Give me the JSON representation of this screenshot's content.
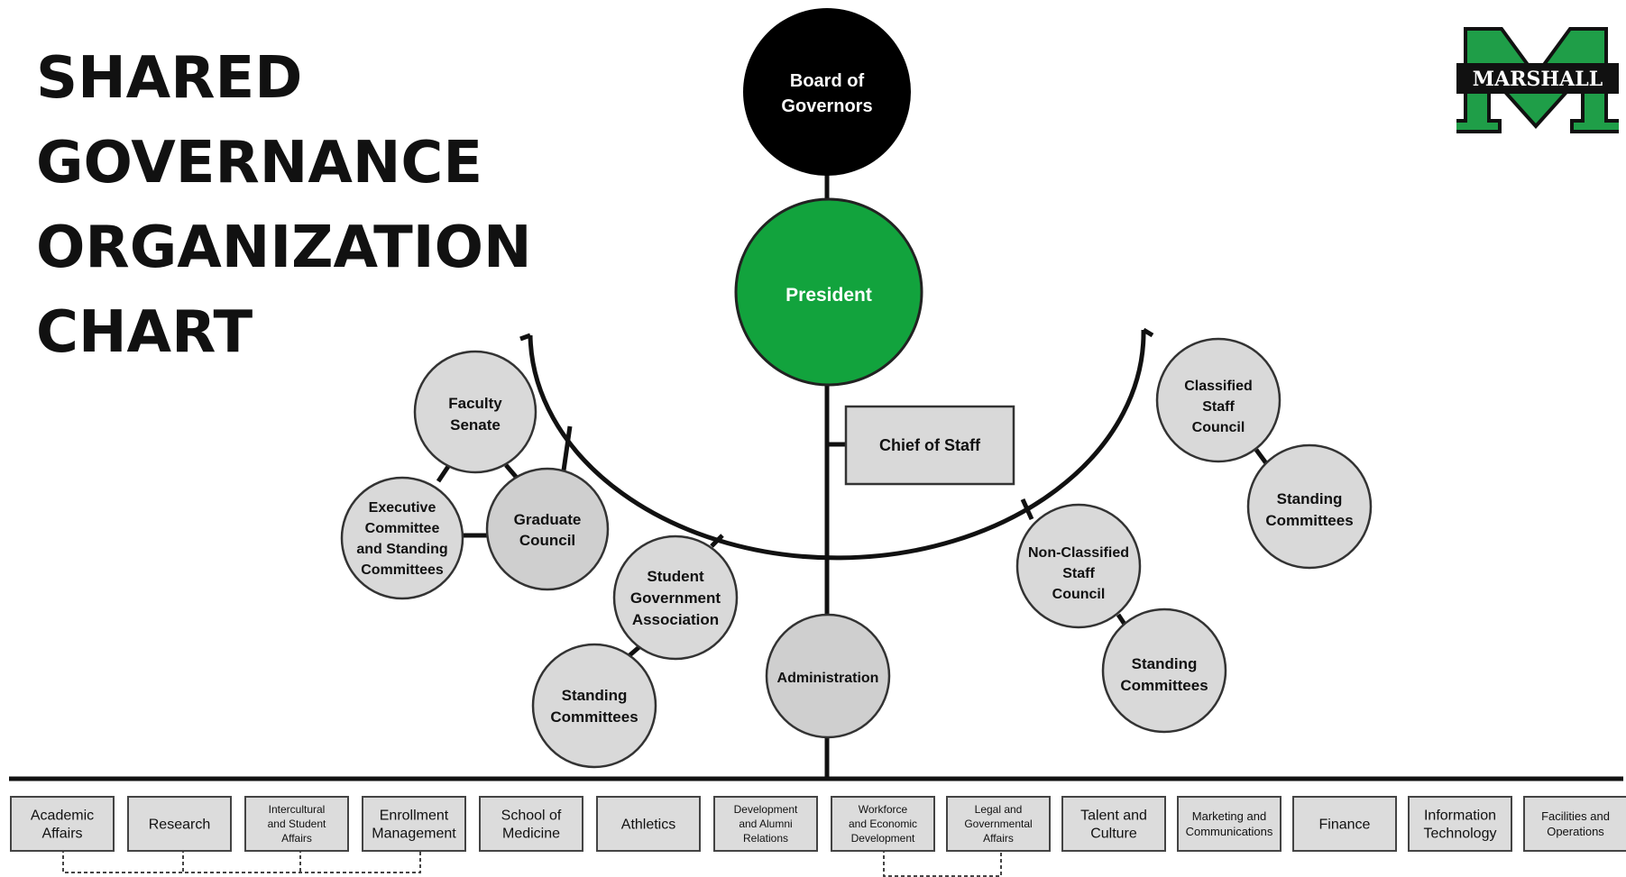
{
  "title_lines": [
    "SHARED",
    "GOVERNANCE",
    "ORGANIZATION",
    "CHART"
  ],
  "logo_text": "MARSHALL",
  "colors": {
    "board": "#000000",
    "president": "#12a33d",
    "node_fill": "#d9d9d9",
    "node_fill_dark": "#cfcfcf",
    "node_stroke": "#333333",
    "line": "#111111",
    "logo_green": "#1f9e48"
  },
  "nodes": {
    "board": "Board of Governors",
    "president": "President",
    "chief_of_staff": "Chief of Staff",
    "faculty_senate": "Faculty Senate",
    "executive_committee": "Executive Committee and Standing Committees",
    "graduate_council": "Graduate Council",
    "student_government": "Student Government Association",
    "sga_standing": "Standing Committees",
    "administration": "Administration",
    "non_classified": "Non-Classified Staff Council",
    "non_classified_standing": "Standing Committees",
    "classified": "Classified Staff Council",
    "classified_standing": "Standing Committees"
  },
  "divisions": [
    "Academic Affairs",
    "Research",
    "Intercultural and Student Affairs",
    "Enrollment Management",
    "School of Medicine",
    "Athletics",
    "Development and Alumni Relations",
    "Workforce and Economic Development",
    "Legal and Governmental Affairs",
    "Talent and Culture",
    "Marketing and Communications",
    "Finance",
    "Information Technology",
    "Facilities and Operations"
  ]
}
